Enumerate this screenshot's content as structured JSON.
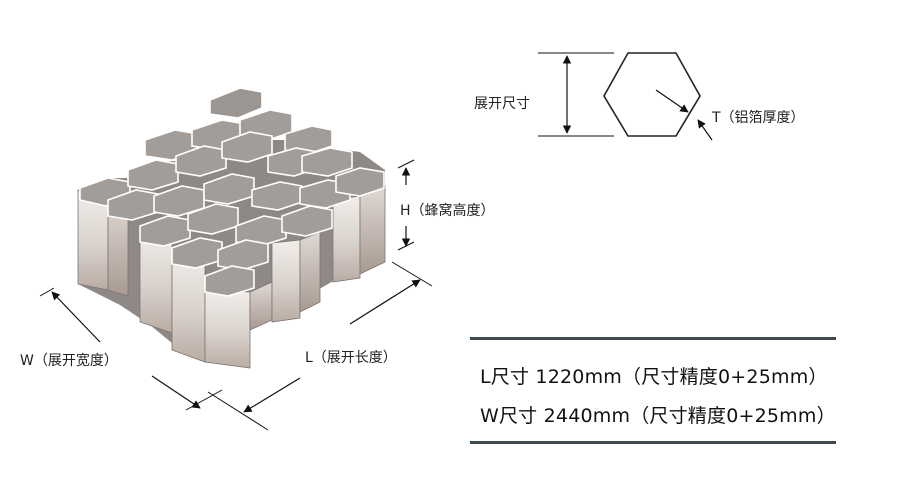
{
  "labels": {
    "expand_size": "展开尺寸",
    "thickness": "T（铝箔厚度）",
    "height": "H（蜂窝高度）",
    "width": "W（展开宽度）",
    "length": "L（展开长度）"
  },
  "specs": [
    "L尺寸  1220mm（尺寸精度0+25mm）",
    "W尺寸 2440mm（尺寸精度0+25mm）"
  ]
}
